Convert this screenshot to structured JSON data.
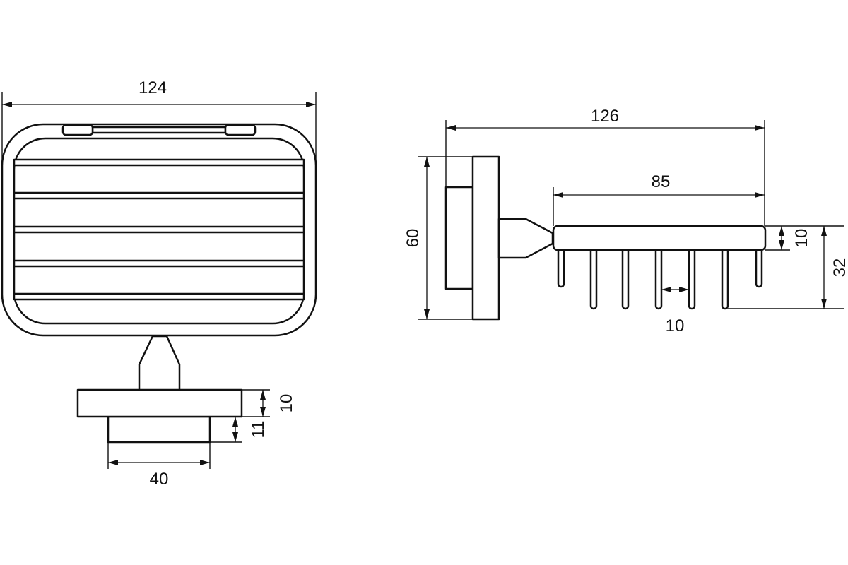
{
  "front_view": {
    "width_label": "124",
    "base_height_label": "10",
    "mount_height_label": "11",
    "mount_width_label": "40"
  },
  "side_view": {
    "total_length_label": "126",
    "tray_length_label": "85",
    "plate_height_label": "60",
    "tray_thickness_label": "10",
    "total_depth_label": "32",
    "pin_spacing_label": "10"
  }
}
